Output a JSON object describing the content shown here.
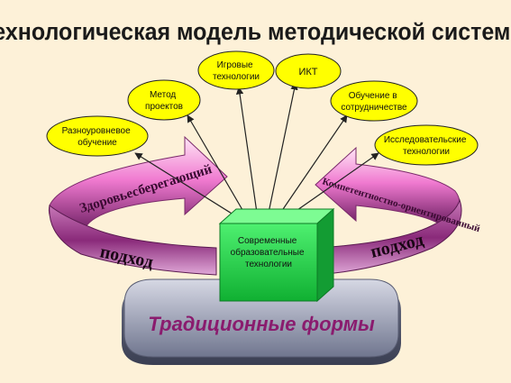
{
  "title": "Технологическая модель методической системы",
  "center_box": {
    "line1": "Современные",
    "line2": "образовательные",
    "line3": "технологии"
  },
  "ellipses": [
    {
      "line1": "Разноуровневое",
      "line2": "обучение"
    },
    {
      "line1": "Метод",
      "line2": "проектов"
    },
    {
      "line1": "Игровые",
      "line2": "технологии"
    },
    {
      "line1": "ИКТ",
      "line2": ""
    },
    {
      "line1": "Обучение в",
      "line2": "сотрудничестве"
    },
    {
      "line1": "Исследовательские",
      "line2": "технологии"
    }
  ],
  "left_arrow": {
    "top_text": "Здоровьесберегающий",
    "bottom_text": "подход"
  },
  "right_arrow": {
    "top_text": "Компетентностно-ориентированный",
    "bottom_text": "подход"
  },
  "base": {
    "text": "Традиционные формы"
  },
  "colors": {
    "background": "#fdf1d8",
    "ellipse_fill": "#ffff00",
    "box_green": "#22dd44",
    "arrow_light": "#ffb0e0",
    "arrow_dark": "#8a2a7a",
    "base_fill": "#9aa0b8",
    "base_text": "#8a1b6e",
    "title_text": "#1a1a1a"
  }
}
